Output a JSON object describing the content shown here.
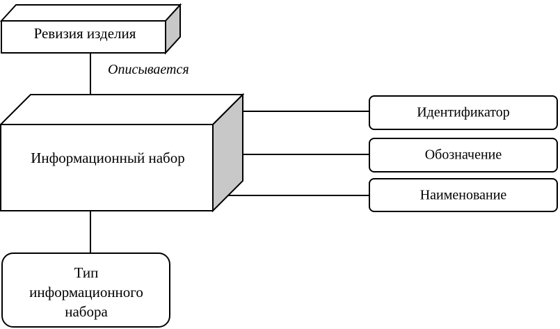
{
  "diagram": {
    "revision": "Ревизия изделия",
    "relation": "Описывается",
    "info_set": "Информационный набор",
    "attributes": [
      "Идентификатор",
      "Обозначение",
      "Наименование"
    ],
    "type_lines": [
      "Тип",
      "информационного",
      "набора"
    ]
  },
  "colors": {
    "stroke": "#000000",
    "side_face": "#c8c8c8",
    "top_face": "#ffffff",
    "background": "#ffffff"
  }
}
